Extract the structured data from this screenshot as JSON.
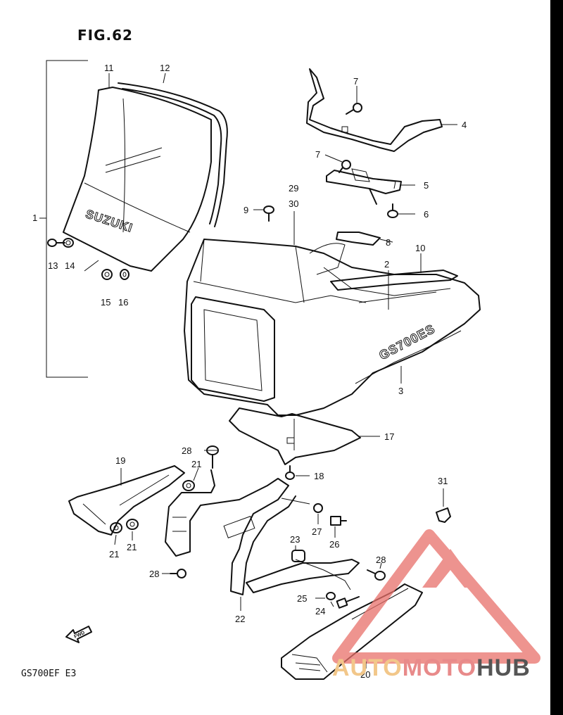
{
  "figure": {
    "title": "FIG.62",
    "model_code": "GS700EF  E3"
  },
  "decals": {
    "windscreen_brand": "SUZUKI",
    "fairing_model": "GS700ES",
    "fwd_arrow": "FWD"
  },
  "watermark": {
    "part_a": "AUTO",
    "part_b": "MOTO",
    "part_c": "HUB",
    "accent_color": "#e8706a"
  },
  "callouts": [
    {
      "id": "c1",
      "label": "1"
    },
    {
      "id": "c2",
      "label": "2"
    },
    {
      "id": "c3",
      "label": "3"
    },
    {
      "id": "c4",
      "label": "4"
    },
    {
      "id": "c5",
      "label": "5"
    },
    {
      "id": "c6",
      "label": "6"
    },
    {
      "id": "c7a",
      "label": "7"
    },
    {
      "id": "c7b",
      "label": "7"
    },
    {
      "id": "c8",
      "label": "8"
    },
    {
      "id": "c9",
      "label": "9"
    },
    {
      "id": "c10",
      "label": "10"
    },
    {
      "id": "c11",
      "label": "11"
    },
    {
      "id": "c12",
      "label": "12"
    },
    {
      "id": "c13",
      "label": "13"
    },
    {
      "id": "c14",
      "label": "14"
    },
    {
      "id": "c15",
      "label": "15"
    },
    {
      "id": "c16",
      "label": "16"
    },
    {
      "id": "c17",
      "label": "17"
    },
    {
      "id": "c18",
      "label": "18"
    },
    {
      "id": "c19",
      "label": "19"
    },
    {
      "id": "c20",
      "label": "20"
    },
    {
      "id": "c21a",
      "label": "21"
    },
    {
      "id": "c21b",
      "label": "21"
    },
    {
      "id": "c21c",
      "label": "21"
    },
    {
      "id": "c22",
      "label": "22"
    },
    {
      "id": "c23",
      "label": "23"
    },
    {
      "id": "c24",
      "label": "24"
    },
    {
      "id": "c25",
      "label": "25"
    },
    {
      "id": "c26",
      "label": "26"
    },
    {
      "id": "c27",
      "label": "27"
    },
    {
      "id": "c28a",
      "label": "28"
    },
    {
      "id": "c28b",
      "label": "28"
    },
    {
      "id": "c28c",
      "label": "28"
    },
    {
      "id": "c29",
      "label": "29"
    },
    {
      "id": "c30",
      "label": "30"
    },
    {
      "id": "c31",
      "label": "31"
    }
  ]
}
